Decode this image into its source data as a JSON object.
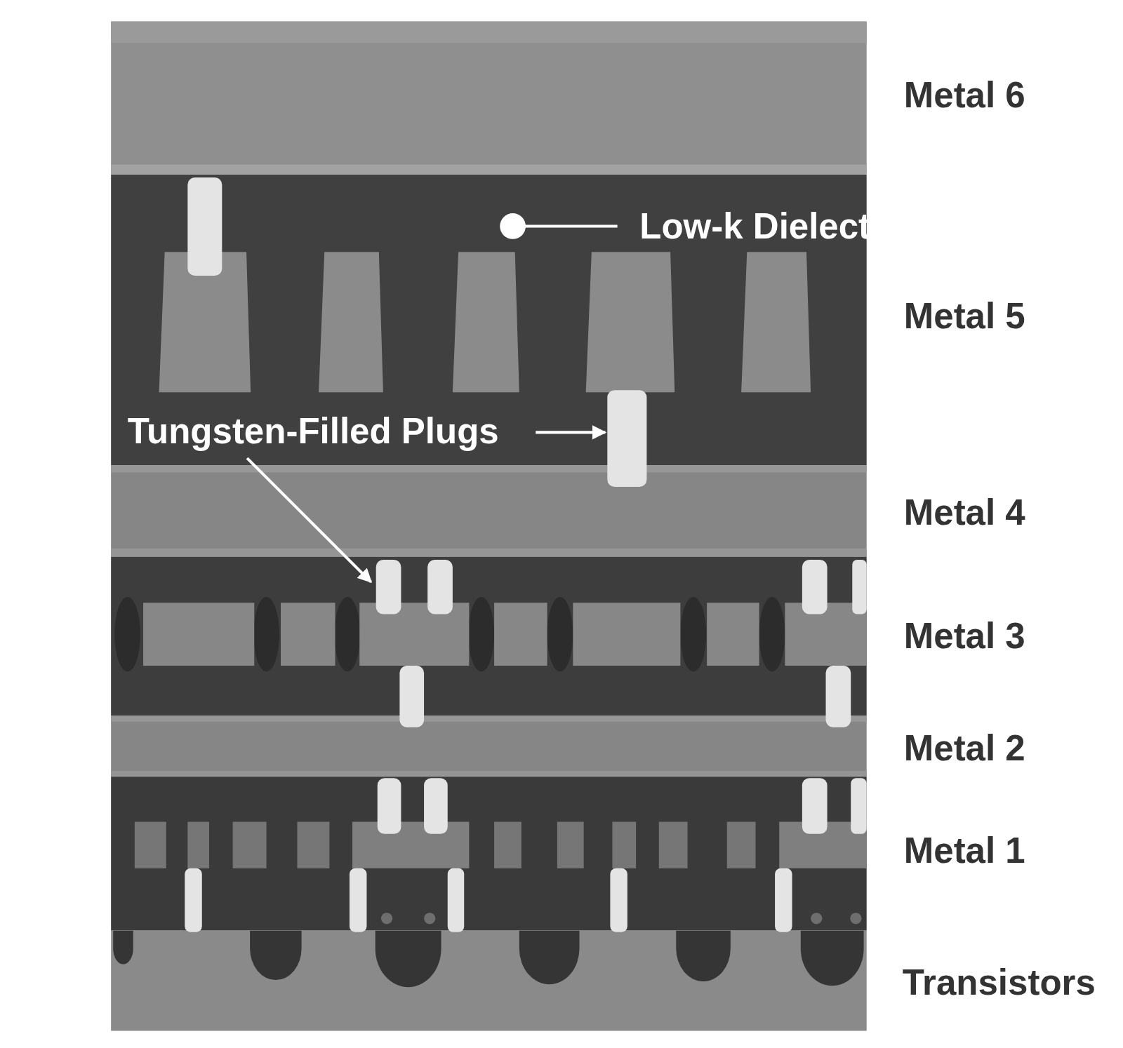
{
  "diagram": {
    "labels": [
      "Metal 6",
      "Low-k Dielectric",
      "Metal 5",
      "Tungsten-Filled Plugs",
      "Metal 4",
      "Metal 3",
      "Metal 2",
      "Metal 1",
      "Transistors"
    ]
  }
}
